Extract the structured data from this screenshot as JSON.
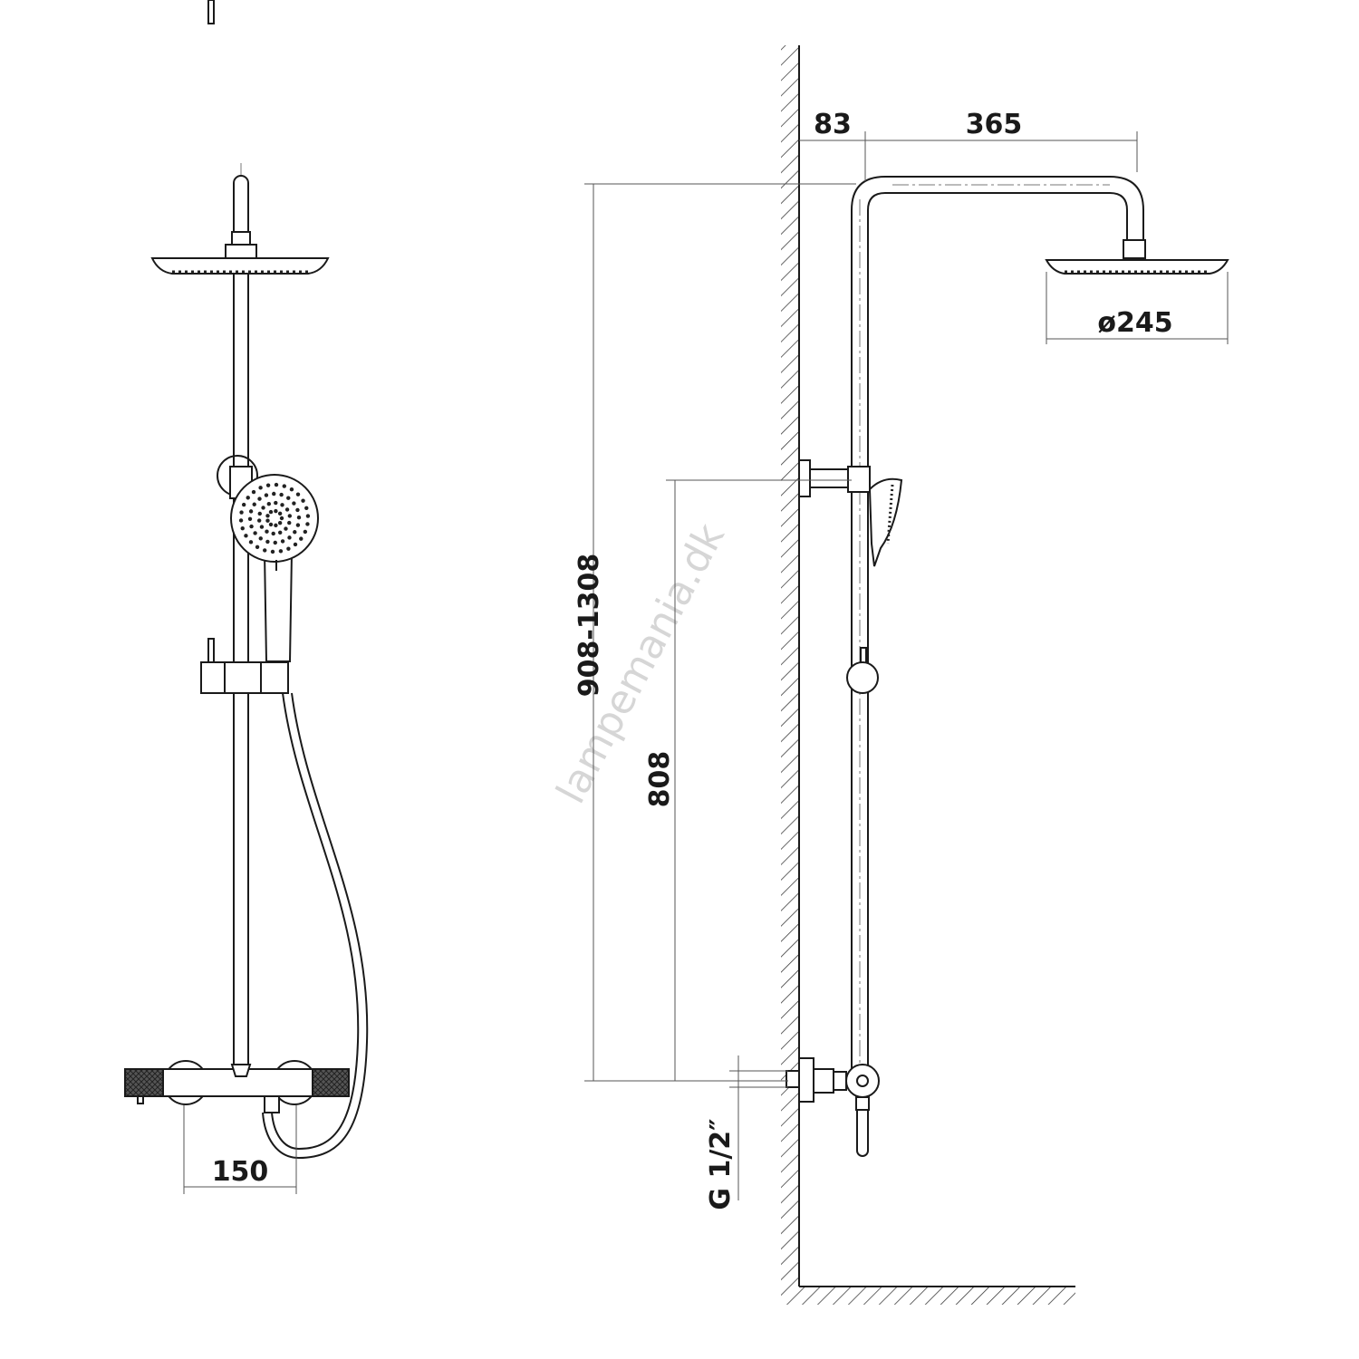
{
  "dimensions": {
    "offset_wall": "83",
    "arm_length": "365",
    "head_diameter": "ø245",
    "height_range": "908-1308",
    "bracket_height": "808",
    "thread": "G 1/2″",
    "inlet_spacing": "150"
  },
  "watermark": "lampemania.dk",
  "colors": {
    "line": "#1a1a1a",
    "watermark": "#d6d6d6"
  }
}
